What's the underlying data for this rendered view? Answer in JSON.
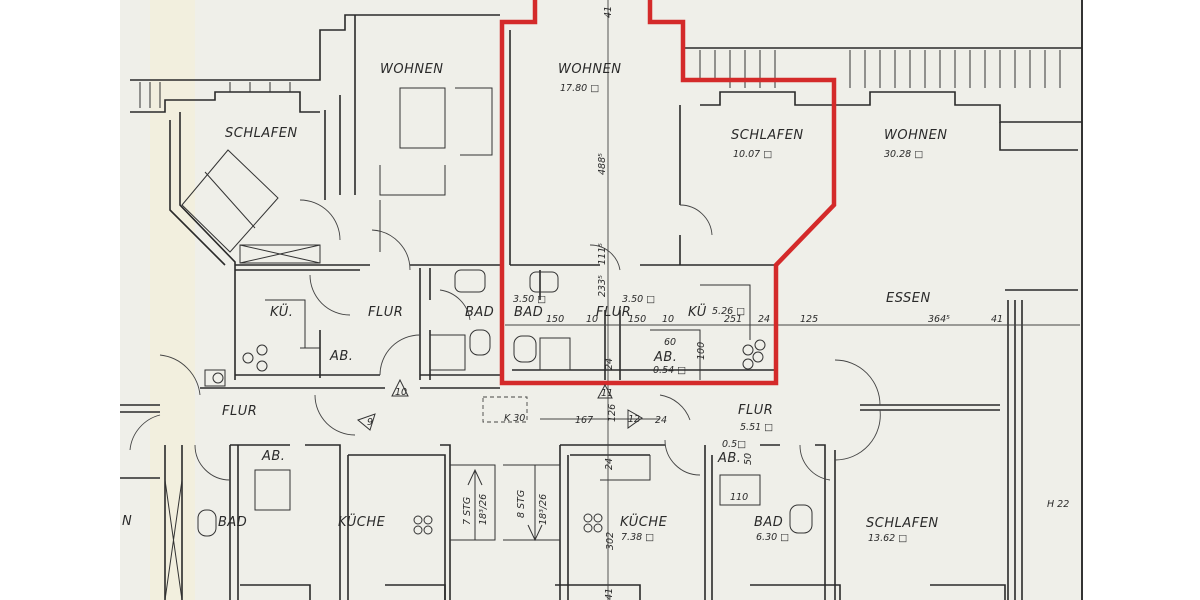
{
  "plan": {
    "highlight_color": "#d42a2a",
    "paper_color": "#efefe9",
    "rooms": {
      "wohnen_left": "WOHNEN",
      "schlafen_left": "SCHLAFEN",
      "wohnen_unit": "WOHNEN",
      "wohnen_unit_area": "17.80 □",
      "schlafen_unit": "SCHLAFEN",
      "schlafen_unit_area": "10.07 □",
      "wohnen_right": "WOHNEN",
      "wohnen_right_area": "30.28 □",
      "kue_left": "KÜ.",
      "flur_left": "FLUR",
      "bad_left": "BAD",
      "ab_left": "AB.",
      "bad_unit": "BAD",
      "bad_unit_area": "3.50 □",
      "flur_unit": "FLUR",
      "flur_unit_area": "3.50 □",
      "kue_unit": "KÜ",
      "kue_unit_area": "5.26 □",
      "ab_unit": "AB.",
      "ab_unit_area": "0.54 □",
      "essen": "ESSEN",
      "flur_hall": "FLUR",
      "flur_right": "FLUR",
      "flur_right_area": "5.51 □",
      "ab_lower_left": "AB.",
      "ab_lower_right": "AB.",
      "bad_lower_left": "BAD",
      "kueche_lower_left": "KÜCHE",
      "kueche_lower": "KÜCHE",
      "kueche_lower_area": "7.38 □",
      "bad_lower": "BAD",
      "bad_lower_area": "6.30 □",
      "schlafen_lower": "SCHLAFEN",
      "schlafen_lower_area": "13.62 □",
      "edge_n": "N"
    },
    "dimensions": {
      "top_41": "41",
      "v_4885": "488⁵",
      "v_1115": "111⁵",
      "v_2335": "233⁵",
      "h_150a": "150",
      "h_10a": "10",
      "h_150b": "150",
      "h_10b": "10",
      "h_251": "251",
      "h_24": "24",
      "h_125": "125",
      "h_3645": "364⁵",
      "h_41": "41",
      "h_60": "60",
      "v_100": "100",
      "v_24a": "24",
      "h_167": "167",
      "v_126": "126",
      "h_24b": "24",
      "v_24b": "24",
      "h_05": "0.5□",
      "v_50": "50",
      "h_110": "110",
      "v_302": "302",
      "bottom_41": "41"
    },
    "markers": {
      "k30": "K 30",
      "n9": "9",
      "n10": "10",
      "n11": "11",
      "n12": "12",
      "stair_7": "7 STG",
      "stair_7_rise": "18³/26",
      "stair_8": "8 STG",
      "stair_8_rise": "18³/26",
      "height": "H  22"
    }
  }
}
